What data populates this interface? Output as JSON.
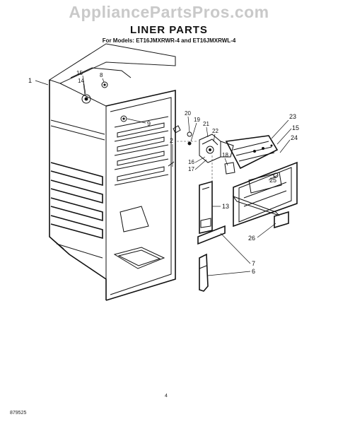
{
  "watermark": "AppliancePartsPros.com",
  "title": "LINER PARTS",
  "subtitle": "For Models: ET16JMXRWR-4 and ET16JMXRWL-4",
  "footer_code": "879525",
  "page_number": "4",
  "callouts": [
    "1",
    "15",
    "14",
    "8",
    "9",
    "2",
    "20",
    "19",
    "21",
    "22",
    "18",
    "16",
    "17",
    "23",
    "15",
    "24",
    "25",
    "13",
    "26",
    "7",
    "6"
  ]
}
